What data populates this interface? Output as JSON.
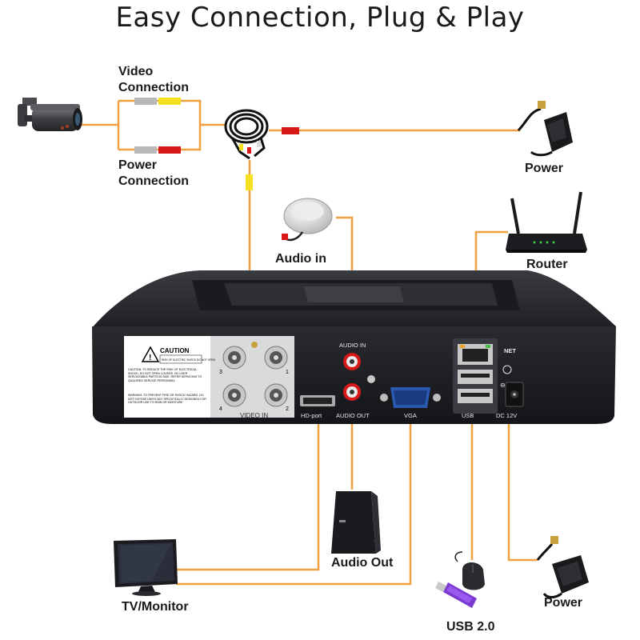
{
  "title": "Easy Connection, Plug & Play",
  "labels": {
    "video_connection": "Video\nConnection",
    "power_connection": "Power\nConnection",
    "power_top": "Power",
    "router": "Router",
    "audio_in": "Audio in",
    "audio_out": "Audio Out",
    "tv_monitor": "TV/Monitor",
    "usb": "USB 2.0",
    "power_bottom": "Power"
  },
  "panel": {
    "caution_title": "CAUTION",
    "caution_sub": "RISK OF ELECTRIC SHOCK\nDO NOT OPEN",
    "caution_text": "CAUTION: TO REDUCE THE RISK OF ELECTRICAL SHOCK, DO NOT OPEN COVERS. NO USER SERVICEABLE PARTS IN SIDE. REFER SERVICING TO QUALIFIED SERVICE PERSONNEL",
    "warning_text": "WARNING: TO PREVENT FIRE OR SHOCK HAZARD, DO NOT EXPOSE UNITS NOT SPECIFICALLY DESIGNED FOR OUTDOOR USE TO RAIN OR MOISTURE",
    "video_in": "VIDEO IN",
    "bnc_numbers": [
      "3",
      "1",
      "4",
      "2"
    ],
    "audio_in": "AUDIO IN",
    "audio_out": "AUDIO OUT",
    "hd_port": "HD-port",
    "vga": "VGA",
    "net": "NET",
    "usb": "USB",
    "dc": "DC 12V"
  },
  "colors": {
    "wire": "#f0a040",
    "device_body": "#1e1f23",
    "device_top": "#2c2d31",
    "connector_yellow": "#f5e020",
    "connector_red": "#d81818",
    "connector_grey": "#b8b8b8",
    "usb_purple": "#7a3ad0"
  },
  "icons": [
    "camera-icon",
    "power-adapter-icon",
    "router-icon",
    "microphone-icon",
    "speaker-icon",
    "monitor-icon",
    "usb-drive-icon",
    "mouse-icon",
    "cable-coil-icon"
  ]
}
